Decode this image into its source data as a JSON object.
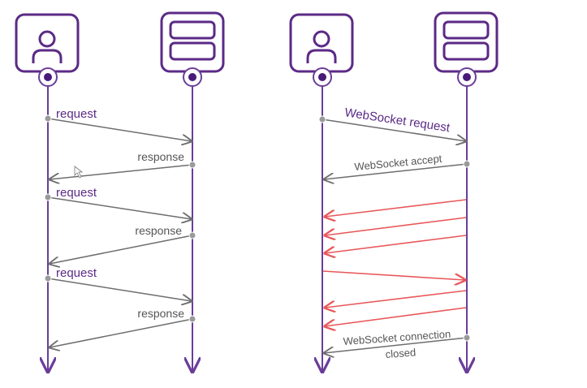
{
  "colors": {
    "accent": "#5b2a86",
    "lifeline": "#6a3d9a",
    "message": "#6e6e6e",
    "websocket_push": "#e8585a",
    "label_gray": "#555555"
  },
  "icons": {
    "client": "person-icon",
    "server": "server-icon"
  },
  "http_diagram": {
    "messages": [
      {
        "label": "request"
      },
      {
        "label": "response"
      },
      {
        "label": "request"
      },
      {
        "label": "response"
      },
      {
        "label": "request"
      },
      {
        "label": "response"
      }
    ]
  },
  "websocket_diagram": {
    "handshake_request": "WebSocket request",
    "handshake_accept": "WebSocket accept",
    "close_line1": "WebSocket connection",
    "close_line2": "closed"
  }
}
